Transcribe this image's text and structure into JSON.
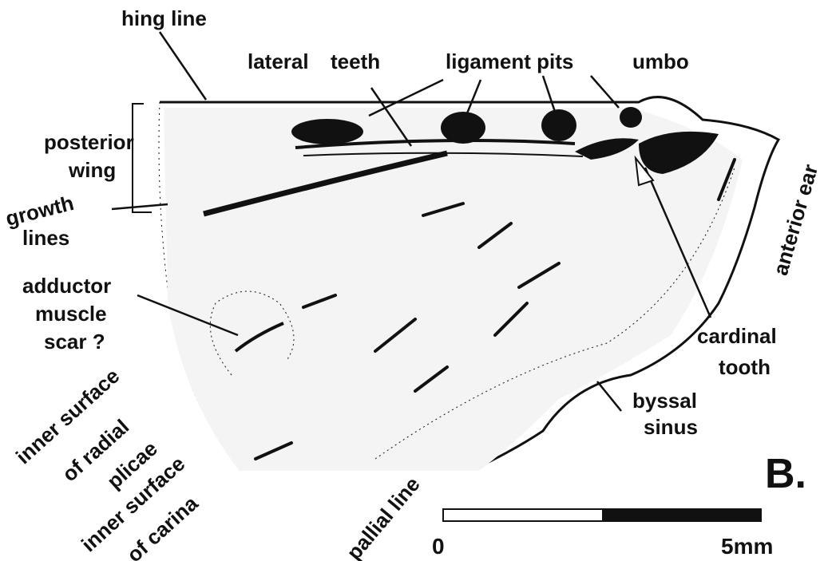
{
  "panel_letter": "B.",
  "labels": {
    "hinge_line": "hing line",
    "lateral": "lateral",
    "teeth": "teeth",
    "ligament_pits": "ligament pits",
    "umbo": "umbo",
    "posterior_wing_1": "posterior",
    "posterior_wing_2": "wing",
    "growth_lines_1": "growth",
    "growth_lines_2": "lines",
    "adductor_1": "adductor",
    "adductor_2": "muscle",
    "adductor_3": "scar ?",
    "anterior_ear": "anterior ear",
    "cardinal_tooth_1": "cardinal",
    "cardinal_tooth_2": "tooth",
    "byssal_sinus_1": "byssal",
    "byssal_sinus_2": "sinus",
    "radial_plicae_1": "inner surface",
    "radial_plicae_2": "of radial",
    "radial_plicae_3": "plicae",
    "carina_1": "inner surface",
    "carina_2": "of carina",
    "pallial_line": "pallial line"
  },
  "scale_bar": {
    "start_label": "0",
    "end_label": "5mm"
  },
  "colors": {
    "ink": "#111111",
    "paper": "#ffffff"
  }
}
